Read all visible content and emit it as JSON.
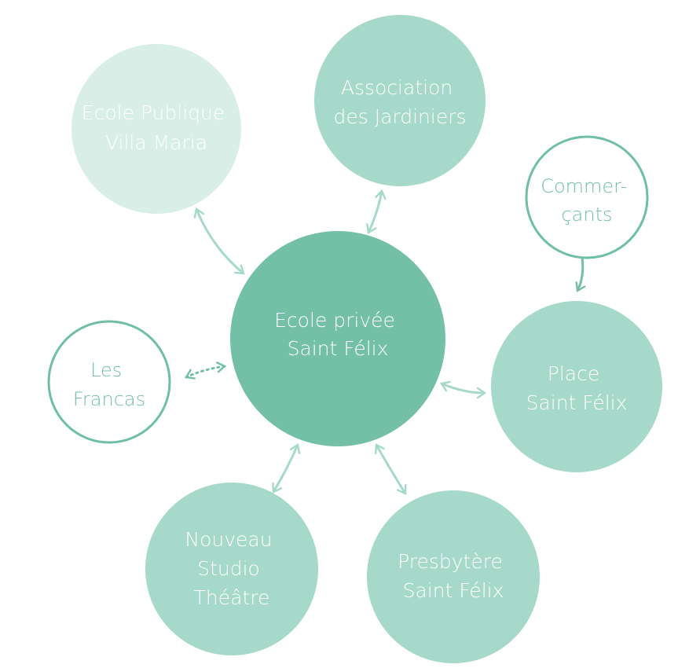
{
  "colors": {
    "center": "#73c0a6",
    "mid": "#a6d9c9",
    "light": "#d8eee7",
    "outline": "#6fbfa6",
    "arrow": "#a6d9c9",
    "arrow_dark": "#73c0a6",
    "text_light": "#ffffff"
  },
  "nodes": {
    "center": {
      "line1": "Ecole privée",
      "line2": "Saint Félix"
    },
    "ecole_publique": {
      "line1": "Ecole Publique",
      "line2": "Villa Maria"
    },
    "association": {
      "line1": "Association",
      "line2": "des Jardiniers"
    },
    "commercants": {
      "line1": "Commer-",
      "line2": "çants"
    },
    "place": {
      "line1": "Place",
      "line2": "Saint Félix"
    },
    "presbytere": {
      "line1": "Presbytère",
      "line2": "Saint Félix"
    },
    "studio": {
      "line1": "Nouveau",
      "line2": "Studio",
      "line3": "Théâtre"
    },
    "francas": {
      "line1": "Les",
      "line2": "Francas"
    }
  }
}
